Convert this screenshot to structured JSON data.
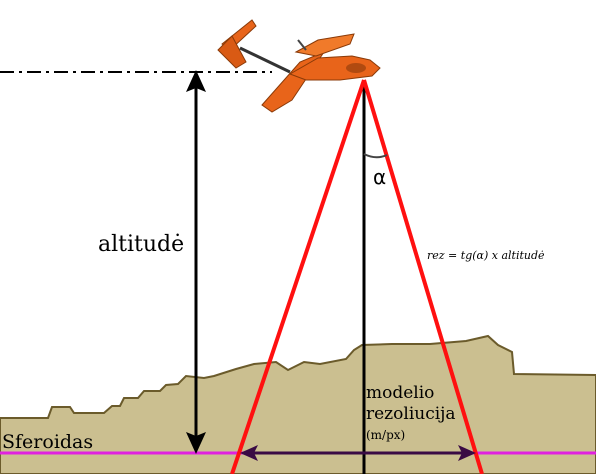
{
  "labels": {
    "altitude": "altitudė",
    "angle": "α",
    "formula": "rez = tg(α) x altitudė",
    "model_resolution_line1": "modelio",
    "model_resolution_line2": "rezoliucija",
    "model_resolution_unit": "(m/px)",
    "spheroid": "Sferoidas"
  },
  "colors": {
    "terrain_fill": "#cbbf90",
    "terrain_stroke": "#6b5b2b",
    "view_cone": "#ff1010",
    "spheroid_line": "#e020e0",
    "resolution_arrow": "#3a0a44",
    "drone_body": "#e8641a"
  },
  "icons": {
    "drone": "fixed-wing-uav-icon"
  }
}
